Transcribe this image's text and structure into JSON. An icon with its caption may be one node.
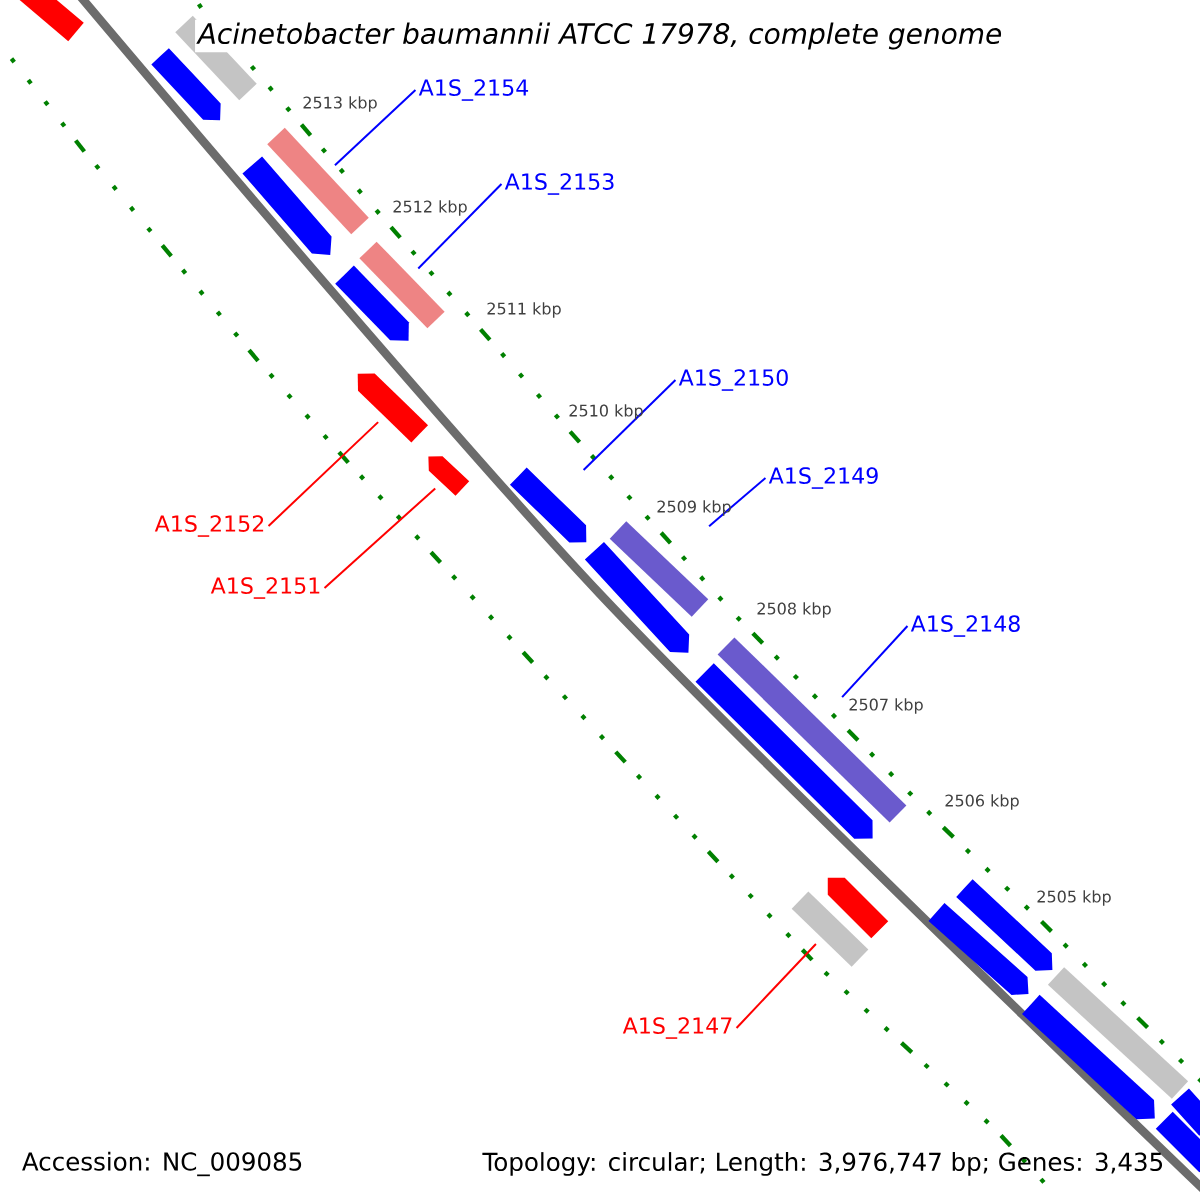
{
  "diagram": {
    "title": "Acinetobacter baumannii ATCC 17978, complete genome",
    "nodes": [
      {
        "text": [
          "A1S_2154"
        ]
      },
      {
        "text": [
          "A1S_2153"
        ]
      },
      {
        "text": [
          "A1S_2150"
        ]
      },
      {
        "text": [
          "A1S_2149"
        ]
      },
      {
        "text": [
          "A1S_2152"
        ]
      },
      {
        "text": [
          "A1S_2151"
        ]
      },
      {
        "text": [
          "A1S_2148"
        ]
      },
      {
        "text": [
          "A1S_2147"
        ]
      },
      {
        "text": [],
        "shape": "bar"
      },
      {
        "text": [],
        "shape": "bar"
      },
      {
        "text": [],
        "shape": "arrow"
      },
      {
        "text": [],
        "shape": "bar"
      },
      {
        "text": [],
        "shape": "arrow"
      },
      {
        "text": [],
        "shape": "bar"
      },
      {
        "text": [],
        "shape": "arrow"
      },
      {
        "text": [],
        "shape": "arrow"
      },
      {
        "text": [],
        "shape": "arrow"
      },
      {
        "text": [],
        "shape": "arrow"
      },
      {
        "text": [],
        "shape": "bar"
      },
      {
        "text": [],
        "shape": "arrow"
      },
      {
        "text": [],
        "shape": "bar"
      },
      {
        "text": [],
        "shape": "arrow"
      },
      {
        "text": [],
        "shape": "arrow"
      },
      {
        "text": [],
        "shape": "arrow"
      },
      {
        "text": [],
        "shape": "bar"
      },
      {
        "text": [],
        "shape": "arrow"
      },
      {
        "text": [],
        "shape": "bar"
      },
      {
        "text": [],
        "shape": "arrow"
      },
      {
        "text": [],
        "shape": "arrow"
      },
      {
        "text": [],
        "shape": "arrow"
      }
    ],
    "edges": [
      {
        "from": 0,
        "to": 11,
        "arrow": "none"
      },
      {
        "from": 1,
        "to": 13,
        "arrow": "none"
      },
      {
        "from": 2,
        "to": 17,
        "arrow": "none"
      },
      {
        "from": 3,
        "to": 18,
        "arrow": "none"
      },
      {
        "from": 4,
        "to": 15,
        "arrow": "none",
        "color": "#ff0000"
      },
      {
        "from": 5,
        "to": 16,
        "arrow": "none",
        "color": "#ff0000"
      },
      {
        "from": 6,
        "to": 20,
        "arrow": "none"
      },
      {
        "from": 7,
        "to": 24,
        "arrow": "none",
        "color": "#ff0000"
      }
    ],
    "labels": [
      "2513 kbp",
      "2512 kbp",
      "2511 kbp",
      "2510 kbp",
      "2509 kbp",
      "2508 kbp",
      "2507 kbp",
      "2506 kbp",
      "2505 kbp",
      "Accession: NC_009085",
      "Topology: circular; Length: 3,976,747 bp; Genes: 3,435"
    ]
  }
}
